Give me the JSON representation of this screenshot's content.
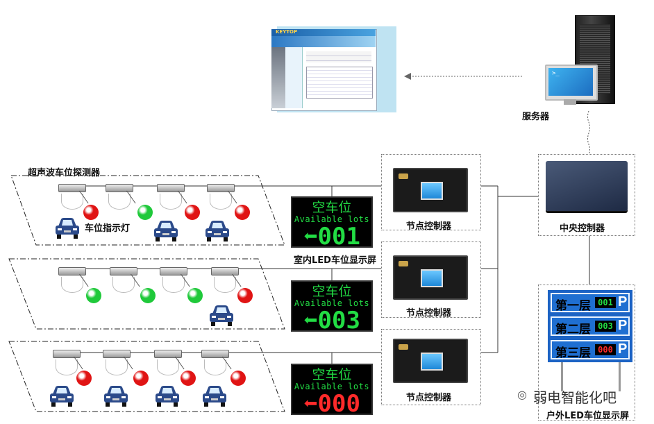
{
  "labels": {
    "server": "服务器",
    "ultrasonic_detector": "超声波车位探测器",
    "indicator_light": "车位指示灯",
    "indoor_led_screen": "室内LED车位显示屏",
    "node_controller": "节点控制器",
    "central_controller": "中央控制器",
    "outdoor_led_screen": "户外LED车位显示屏",
    "watermark": "弱电智能化吧"
  },
  "software_window": {
    "brand": "KEYTOP"
  },
  "led_screens": [
    {
      "title": "空车位",
      "subtitle": "Available lots",
      "count": "001",
      "color": "#22dd44"
    },
    {
      "title": "空车位",
      "subtitle": "Available lots",
      "count": "003",
      "color": "#22dd44"
    },
    {
      "title": "空车位",
      "subtitle": "Available lots",
      "count": "000",
      "color": "#ff2a2a"
    }
  ],
  "outdoor_floors": [
    {
      "name": "第一层",
      "count": "001",
      "color": "#22dd44",
      "p": "P"
    },
    {
      "name": "第二层",
      "count": "003",
      "color": "#22dd44",
      "p": "P"
    },
    {
      "name": "第三层",
      "count": "000",
      "color": "#ff2a2a",
      "p": "P"
    }
  ],
  "rows": [
    {
      "lights": [
        "red",
        "green",
        "red",
        "red"
      ]
    },
    {
      "lights": [
        "green",
        "green",
        "green",
        "red"
      ]
    },
    {
      "lights": [
        "red",
        "red",
        "red",
        "red"
      ]
    }
  ],
  "colors": {
    "green_light": "#1fc93a",
    "red_light": "#e01414",
    "car_body": "#2b4a8a"
  }
}
